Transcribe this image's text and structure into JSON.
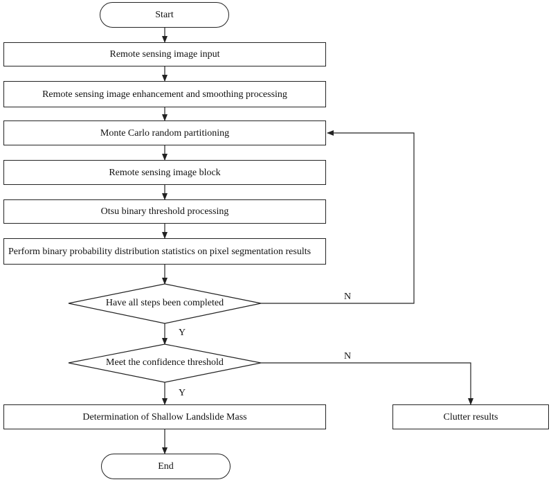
{
  "flowchart": {
    "start": "Start",
    "steps": [
      "Remote sensing image input",
      "Remote sensing image enhancement and smoothing processing",
      "Monte Carlo random partitioning",
      "Remote sensing image block",
      "Otsu binary threshold processing",
      "Perform binary probability distribution statistics on pixel segmentation results"
    ],
    "decisions": [
      {
        "text": "Have all steps been completed",
        "yes_label": "Y",
        "no_label": "N"
      },
      {
        "text": "Meet the confidence threshold",
        "yes_label": "Y",
        "no_label": "N"
      }
    ],
    "result_yes": "Determination of Shallow Landslide Mass",
    "result_no": "Clutter results",
    "end": "End"
  },
  "colors": {
    "line": "#222222",
    "fill": "#ffffff",
    "text": "#111111"
  }
}
